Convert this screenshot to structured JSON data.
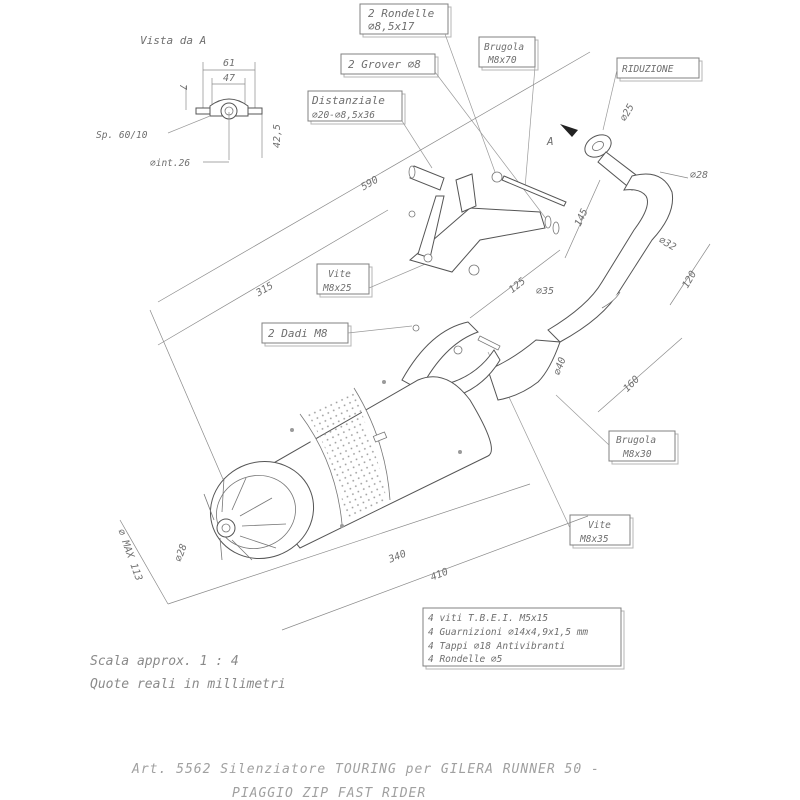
{
  "view": {
    "title": "Vista da A",
    "dim_61": "61",
    "dim_47": "47",
    "dim_7": "7",
    "dim_42_5": "42,5",
    "thickness": "Sp. 60/10",
    "inner_diameter": "⌀int.26"
  },
  "callouts": {
    "rondelle_line1": "2 Rondelle",
    "rondelle_line2": "⌀8,5x17",
    "brugola_top_line1": "Brugola",
    "brugola_top_line2": "M8x70",
    "grover": "2 Grover ⌀8",
    "riduzione": "RIDUZIONE",
    "distanziale_line1": "Distanziale",
    "distanziale_line2": "⌀20-⌀8,5x36",
    "vite_top_line1": "Vite",
    "vite_top_line2": "M8x25",
    "dadi": "2 Dadi M8",
    "brugola_bottom_line1": "Brugola",
    "brugola_bottom_line2": "M8x30",
    "vite_bottom_line1": "Vite",
    "vite_bottom_line2": "M8x35"
  },
  "kit": [
    "4 viti T.B.E.I. M5x15",
    "4 Guarnizioni ⌀14x4,9x1,5 mm",
    "4 Tappi ⌀18 Antivibranti",
    "4 Rondelle ⌀5"
  ],
  "dimensions": {
    "d590": "590",
    "d315": "315",
    "d145": "145",
    "d125": "125",
    "d120": "120",
    "d160": "160",
    "d340": "340",
    "d410": "410",
    "phi25": "⌀25",
    "phi28": "⌀28",
    "phi32": "⌀32",
    "phi35": "⌀35",
    "phi40": "⌀40",
    "phi28_outlet": "⌀28",
    "phi_max": "⌀ MAX 113",
    "view_arrow": "A"
  },
  "notes": {
    "scale": "Scala approx. 1 : 4",
    "units": "Quote reali in millimetri"
  },
  "footer": {
    "line1": "Art. 5562 Silenziatore TOURING  per GILERA RUNNER 50 -",
    "line2": "PIAGGIO ZIP FAST RIDER"
  }
}
